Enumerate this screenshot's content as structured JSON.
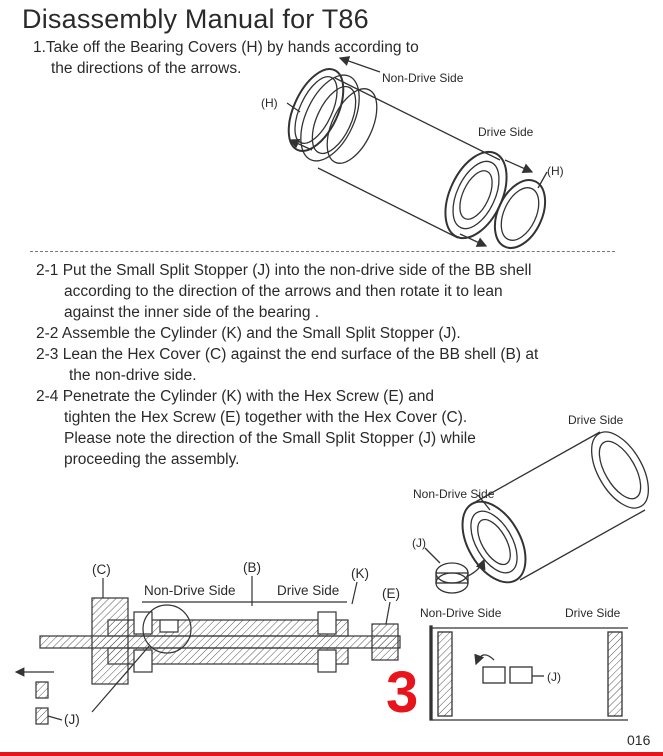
{
  "title": "Disassembly Manual for T86",
  "step1": {
    "line1": "1.Take off the Bearing Covers (H) by hands according to",
    "line2": "the directions of the arrows."
  },
  "step2_1": {
    "line1": "2-1 Put the Small Split Stopper (J) into the non-drive side of the BB shell",
    "line2": "according to the direction of the arrows and then rotate it to lean",
    "line3": "against the inner side of the bearing ."
  },
  "step2_2": "2-2 Assemble the Cylinder (K) and the Small Split Stopper (J).",
  "step2_3": {
    "line1": "2-3 Lean the Hex Cover (C) against the end surface of the BB shell (B) at",
    "line2": "the non-drive side."
  },
  "step2_4": {
    "line1": "2-4 Penetrate the Cylinder (K) with the Hex Screw (E) and",
    "line2": "tighten the Hex Screw (E) together with the Hex Cover (C).",
    "line3": "Please note the direction of the Small Split Stopper (J) while",
    "line4": "proceeding the assembly."
  },
  "labels": {
    "fig1_h_left": "(H)",
    "fig1_h_right": "(H)",
    "fig1_non_drive": "Non-Drive Side",
    "fig1_drive": "Drive Side",
    "fig2_drive": "Drive Side",
    "fig2_non_drive": "Non-Drive Side",
    "fig2_j": "(J)",
    "fig3_c": "(C)",
    "fig3_b": "(B)",
    "fig3_k": "(K)",
    "fig3_e": "(E)",
    "fig3_non_drive": "Non-Drive Side",
    "fig3_drive": "Drive Side",
    "fig3_j": "(J)",
    "fig4_non_drive": "Non-Drive Side",
    "fig4_drive": "Drive Side",
    "fig4_j": "(J)"
  },
  "big_number": "3",
  "page_number": "016",
  "colors": {
    "accent_red": "#e8141b",
    "text": "#2a2a2a",
    "line": "#333333"
  }
}
